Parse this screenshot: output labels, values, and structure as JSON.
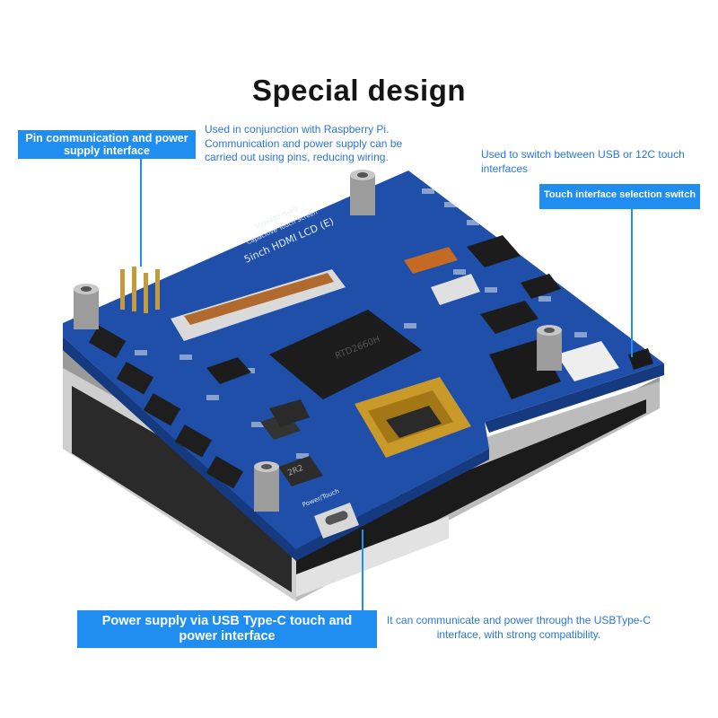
{
  "title": "Special design",
  "callouts": {
    "pin": {
      "label": "Pin communication and power supply interface",
      "description": "Used in conjunction with Raspberry Pi. Communication and power supply can be carried out using pins, reducing wiring."
    },
    "switch": {
      "label": "Touch interface selection switch",
      "description": "Used to switch between USB or 12C touch interfaces"
    },
    "usbc": {
      "label": "Power supply via USB Type-C touch and power interface",
      "description": "It can communicate and power through the USBType-C interface, with strong compatibility."
    }
  },
  "board_silkscreen": {
    "line1": "5inch HDMI LCD (E)",
    "line2": "Capacitive Touch Screen",
    "line3": "800x480 Pixels",
    "usbc_label": "Power/Touch",
    "chip_marking": "RTD2660H",
    "inductor_marking": "2R2"
  },
  "colors": {
    "accent": "#1f8ef0",
    "pcb": "#1f4fa8",
    "text_blue": "#2a77d6"
  }
}
